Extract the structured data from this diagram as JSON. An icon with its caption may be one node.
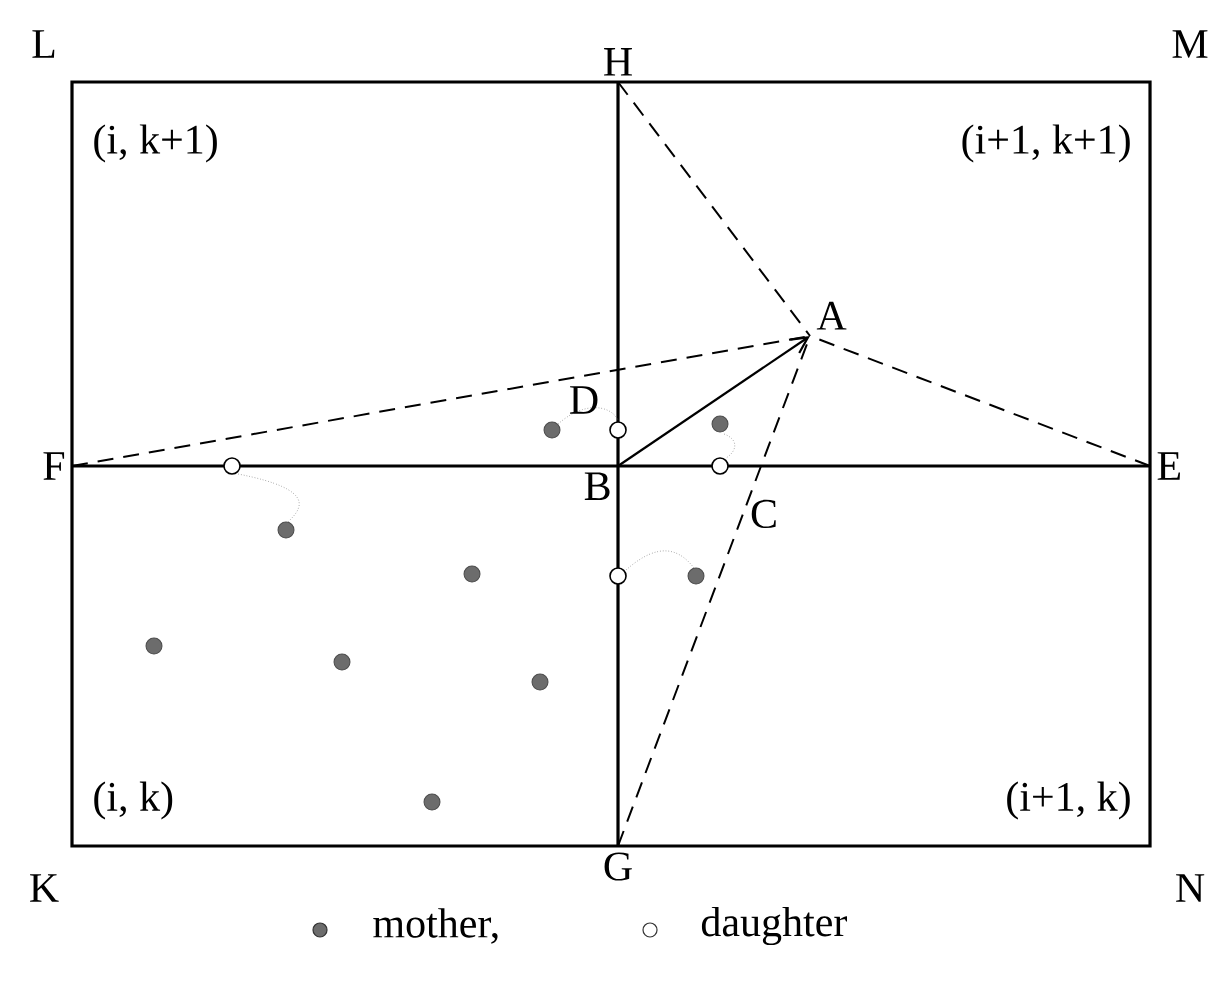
{
  "diagram": {
    "nodes": [
      {
        "text": [
          "H"
        ]
      },
      {
        "text": [
          "A"
        ]
      },
      {
        "text": [
          "F"
        ]
      },
      {
        "text": [
          "E"
        ]
      },
      {
        "text": [
          "B"
        ]
      },
      {
        "text": [
          "G"
        ]
      }
    ],
    "edges": [
      {
        "from": 0,
        "to": 1,
        "arrow": "none",
        "style": "dashed"
      },
      {
        "from": 2,
        "to": 1,
        "arrow": "none",
        "style": "dashed"
      },
      {
        "from": 3,
        "to": 1,
        "arrow": "none",
        "style": "dashed"
      },
      {
        "from": 5,
        "to": 1,
        "arrow": "none",
        "style": "dashed"
      },
      {
        "from": 4,
        "to": 1,
        "arrow": "to"
      }
    ],
    "labels": [
      "L",
      "M",
      "(i, k+1)",
      "(i+1, k+1)",
      "D",
      "C",
      "(i, k)",
      "(i+1, k)",
      "K",
      "N"
    ],
    "legend": [
      {
        "text": "mother,"
      },
      {
        "text": "daughter"
      }
    ]
  }
}
